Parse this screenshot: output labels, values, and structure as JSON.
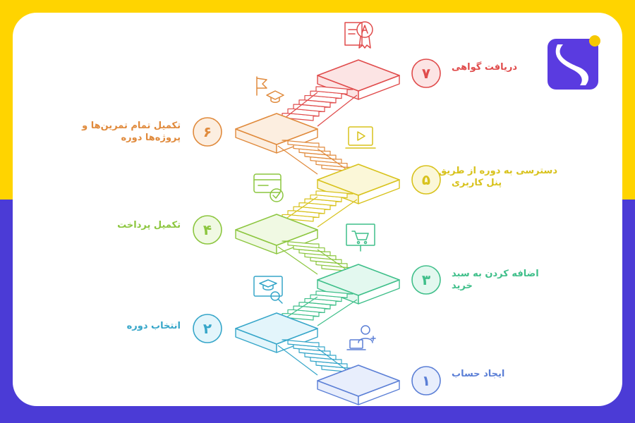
{
  "colors": {
    "frame_top": "#FFD400",
    "frame_bottom": "#4B3BD6",
    "logo_bg": "#5A3BE0",
    "logo_dot": "#F6C800"
  },
  "steps": [
    {
      "number": "۱",
      "label": "ایجاد حساب",
      "color": "#5B7FD6",
      "fill": "#E8EEFC",
      "icon": "user-laptop-icon"
    },
    {
      "number": "۲",
      "label": "انتخاب دوره",
      "color": "#36A6C9",
      "fill": "#E3F5FB",
      "icon": "graduation-search-icon"
    },
    {
      "number": "۳",
      "label": "اضافه کردن به سبد خرید",
      "color": "#3FBF8A",
      "fill": "#E3F8EF",
      "icon": "cart-screen-icon"
    },
    {
      "number": "۴",
      "label": "تکمیل پرداخت",
      "color": "#8CC63F",
      "fill": "#F0F9E3",
      "icon": "credit-card-check-icon"
    },
    {
      "number": "۵",
      "label": "دسترسی به دوره از طریق پنل کاربری",
      "color": "#D8C21C",
      "fill": "#FBF7D8",
      "icon": "laptop-play-icon"
    },
    {
      "number": "۶",
      "label": "تکمیل تمام تمرین‌ها و پروژه‌ها دوره",
      "color": "#E08A3C",
      "fill": "#FCEEE0",
      "icon": "flag-graduation-icon"
    },
    {
      "number": "۷",
      "label": "دریافت گواهی",
      "color": "#E04B4B",
      "fill": "#FCE4E4",
      "icon": "certificate-icon"
    }
  ],
  "lines": {
    "s1": [
      "ایجاد حساب"
    ],
    "s2": [
      "انتخاب دوره"
    ],
    "s3": [
      "اضافه کردن به سبد",
      "خرید"
    ],
    "s4": [
      "تکمیل پرداخت"
    ],
    "s5": [
      "دسترسی به دوره از طریق",
      "پنل کاربری"
    ],
    "s6": [
      "تکمیل تمام تمرین‌ها و",
      "پروژه‌ها دوره"
    ],
    "s7": [
      "دریافت گواهی"
    ]
  }
}
